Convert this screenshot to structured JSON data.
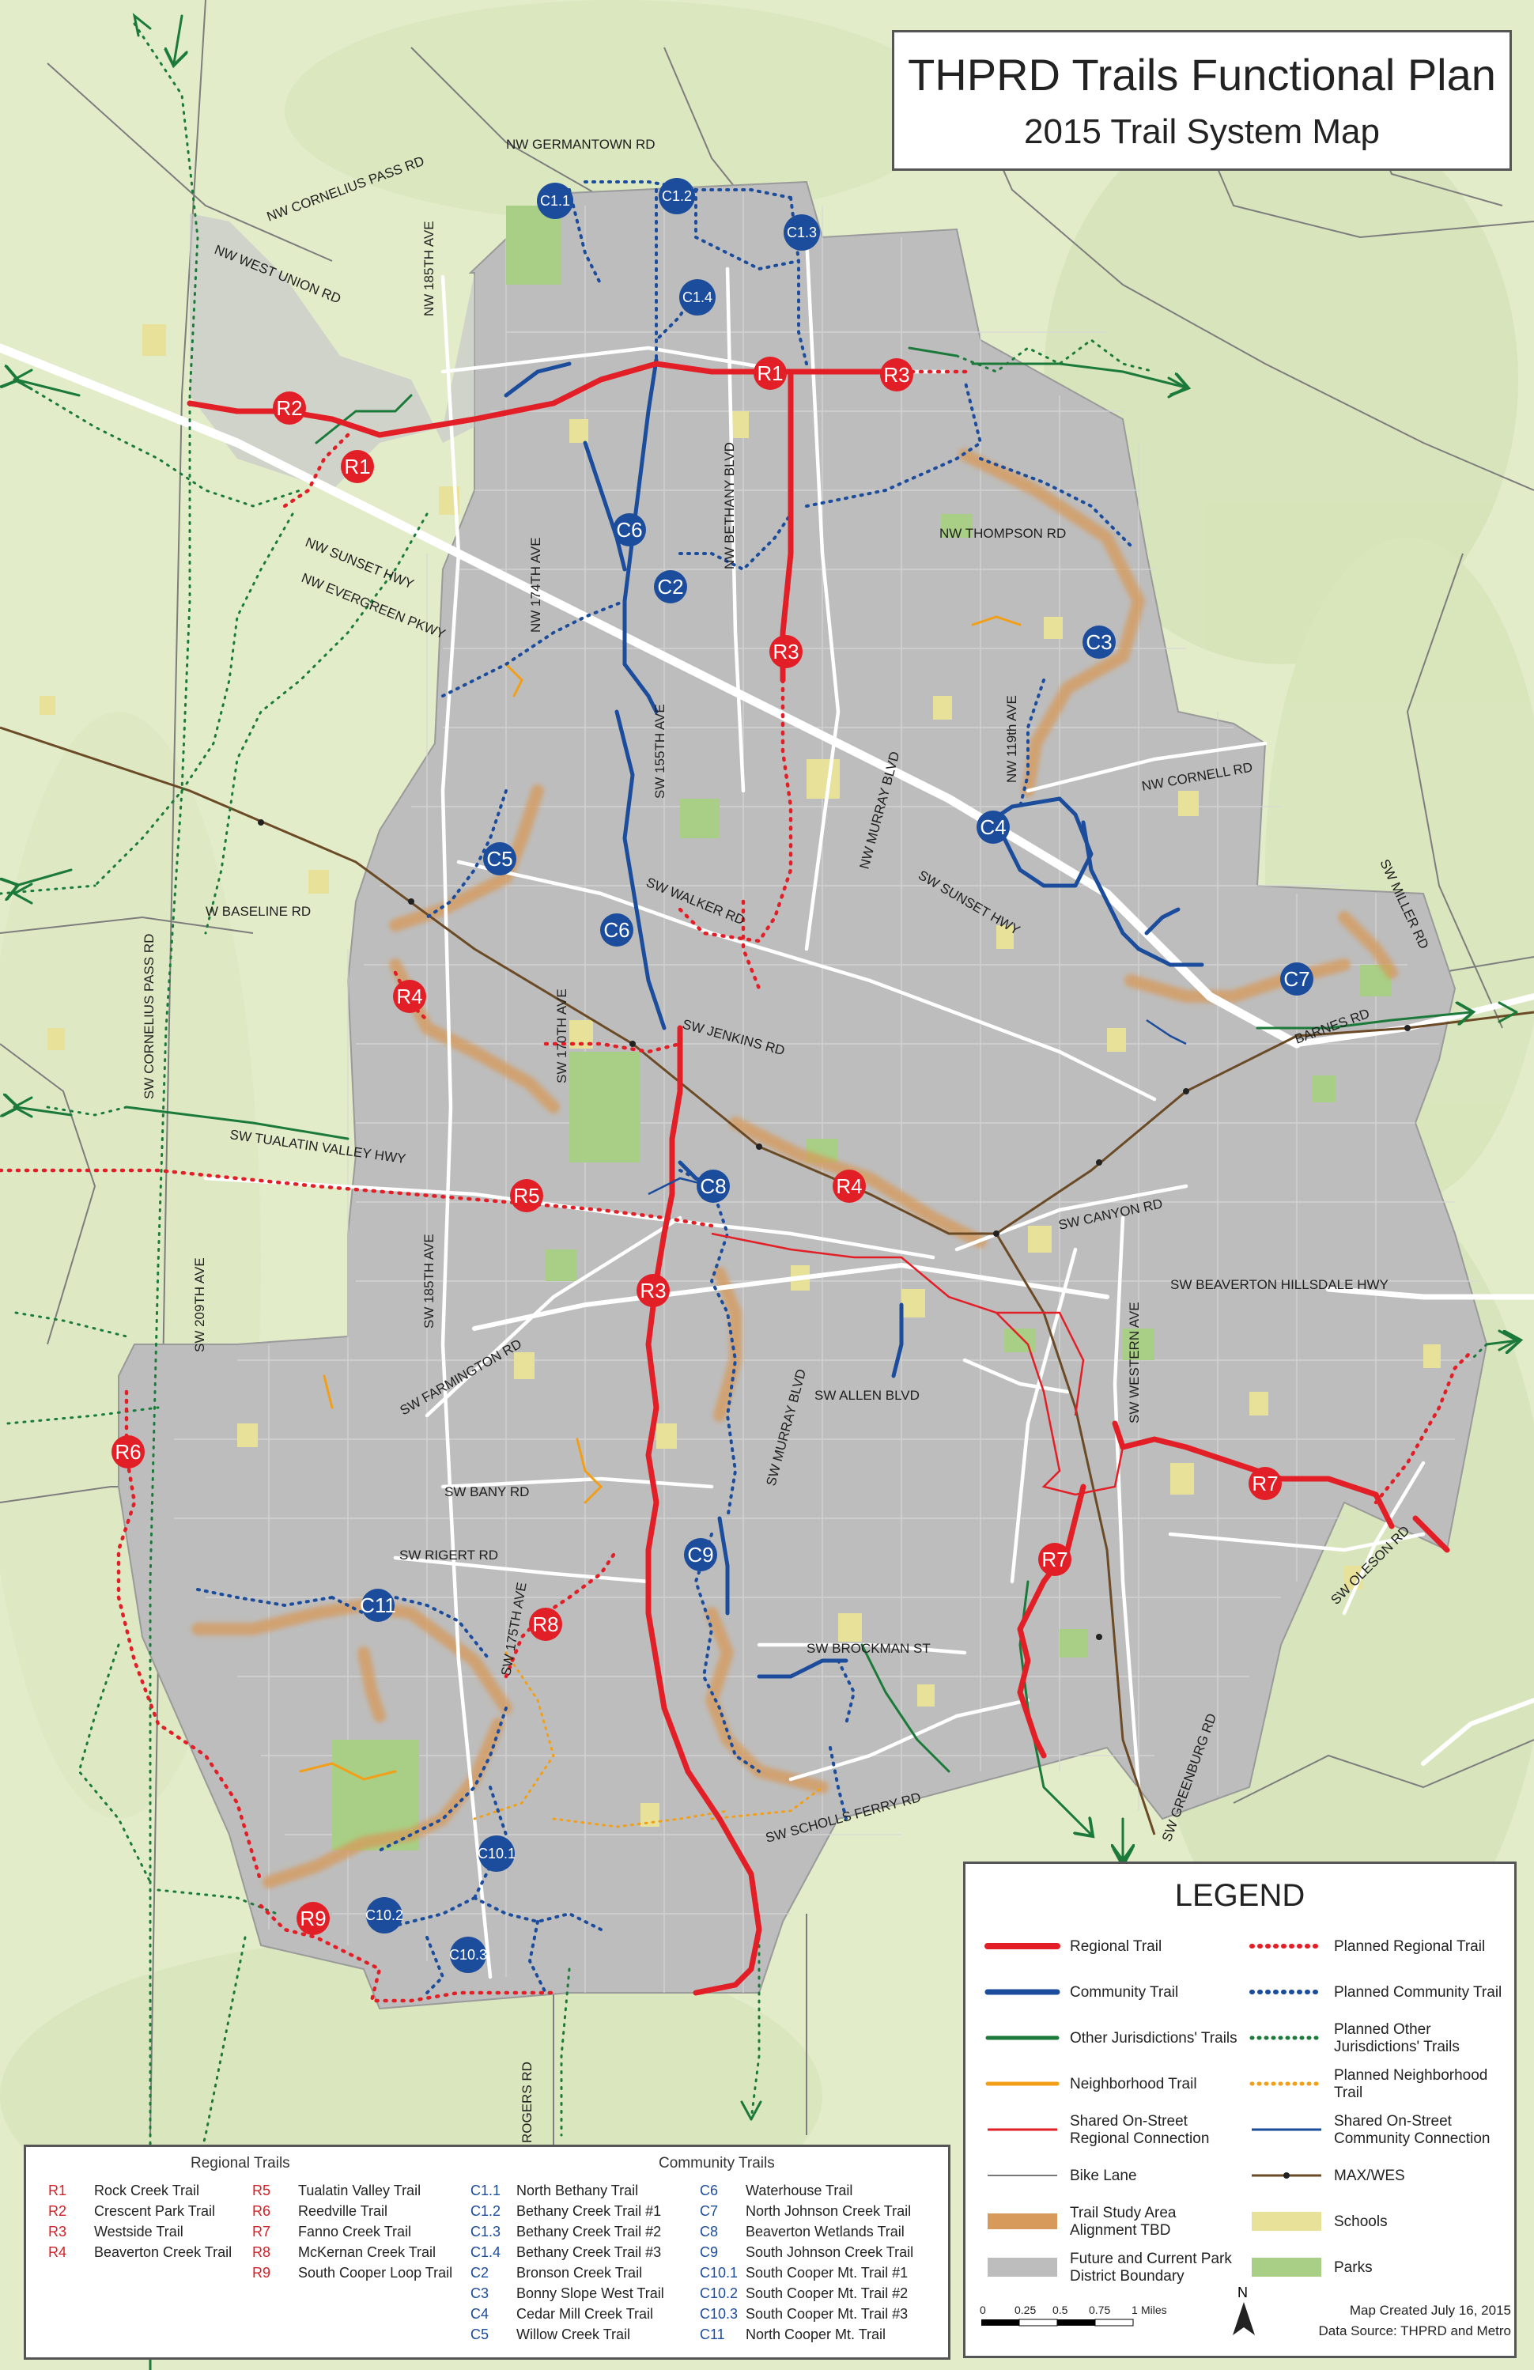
{
  "title": {
    "line1": "THPRD Trails Functional Plan",
    "line2": "2015 Trail System Map"
  },
  "colors": {
    "regional": "#e21f26",
    "community": "#1c4c9c",
    "other": "#1b7a3a",
    "neighborhood": "#f29f17",
    "study_area": "#d79a5a",
    "boundary": "#a9a9a9",
    "max_wes": "#6b4a26",
    "schools": "#e8e19a",
    "parks": "#a8cf85",
    "background": "#e2ecc9"
  },
  "roads": {
    "r1": "NW GERMANTOWN RD",
    "r2": "NW CORNELIUS PASS RD",
    "r3": "NW WEST UNION RD",
    "r4": "NW 185TH AVE",
    "r5": "NW SUNSET HWY",
    "r6": "NW EVERGREEN PKWY",
    "r7": "NW 174TH AVE",
    "r8": "NW BETHANY BLVD",
    "r9": "NW THOMPSON RD",
    "r10": "NW 119th AVE",
    "r11": "NW CORNELL RD",
    "r12": "NW MURRAY BLVD",
    "r13": "SW WALKER RD",
    "r14": "SW SUNSET HWY",
    "r15": "SW MILLER RD",
    "r16": "BARNES RD",
    "r17": "W BASELINE RD",
    "r18": "SW 170TH AVE",
    "r19": "SW JENKINS RD",
    "r20": "SW CORNELIUS PASS RD",
    "r21": "SW TUALATIN VALLEY HWY",
    "r22": "SW 185TH AVE",
    "r23": "SW 209TH AVE",
    "r24": "SW CANYON RD",
    "r25": "SW BEAVERTON HILLSDALE HWY",
    "r26": "SW FARMINGTON RD",
    "r27": "SW MURRAY BLVD",
    "r28": "SW ALLEN BLVD",
    "r29": "SW WESTERN AVE",
    "r30": "SW BANY RD",
    "r31": "SW RIGERT RD",
    "r32": "SW 175TH AVE",
    "r33": "SW BROCKMAN ST",
    "r34": "SW OLESON RD",
    "r35": "SW SCHOLLS FERRY RD",
    "r36": "SW GREENBURG RD",
    "r37": "ROGERS RD",
    "r38": "SW 155TH AVE"
  },
  "markers": {
    "R1": "R1",
    "R2": "R2",
    "R3": "R3",
    "R4": "R4",
    "R5": "R5",
    "R6": "R6",
    "R7": "R7",
    "R8": "R8",
    "R9": "R9",
    "C1_1": "C1.1",
    "C1_2": "C1.2",
    "C1_3": "C1.3",
    "C1_4": "C1.4",
    "C2": "C2",
    "C3": "C3",
    "C4": "C4",
    "C5": "C5",
    "C6": "C6",
    "C7": "C7",
    "C8": "C8",
    "C9": "C9",
    "C10_1": "C10.1",
    "C10_2": "C10.2",
    "C10_3": "C10.3",
    "C11": "C11"
  },
  "legend": {
    "title": "LEGEND",
    "items": {
      "regional": "Regional Trail",
      "planned_regional": "Planned Regional Trail",
      "community": "Community Trail",
      "planned_community": "Planned Community Trail",
      "other": "Other Jurisdictions' Trails",
      "planned_other": "Planned Other Jurisdictions' Trails",
      "neighborhood": "Neighborhood Trail",
      "planned_neighborhood": "Planned Neighborhood Trail",
      "shared_regional": "Shared On-Street Regional Connection",
      "shared_community": "Shared On-Street Community Connection",
      "bike_lane": "Bike Lane",
      "max_wes": "MAX/WES",
      "study_area": "Trail Study Area Alignment TBD",
      "schools": "Schools",
      "boundary": "Future and Current Park District Boundary",
      "parks": "Parks"
    },
    "scale": {
      "s0": "0",
      "s1": "0.25",
      "s2": "0.5",
      "s3": "0.75",
      "s4": "1",
      "unit": "Miles"
    },
    "north": "N",
    "created": "Map Created July 16, 2015",
    "source": "Data Source: THPRD and Metro"
  },
  "trail_index": {
    "regional_heading": "Regional Trails",
    "community_heading": "Community Trails",
    "regional_col1": [
      {
        "code": "R1",
        "name": "Rock Creek Trail"
      },
      {
        "code": "R2",
        "name": "Crescent Park Trail"
      },
      {
        "code": "R3",
        "name": "Westside Trail"
      },
      {
        "code": "R4",
        "name": "Beaverton Creek Trail"
      }
    ],
    "regional_col2": [
      {
        "code": "R5",
        "name": "Tualatin Valley Trail"
      },
      {
        "code": "R6",
        "name": "Reedville Trail"
      },
      {
        "code": "R7",
        "name": "Fanno Creek Trail"
      },
      {
        "code": "R8",
        "name": "McKernan Creek Trail"
      },
      {
        "code": "R9",
        "name": "South Cooper Loop Trail"
      }
    ],
    "community_col1": [
      {
        "code": "C1.1",
        "name": "North Bethany Trail"
      },
      {
        "code": "C1.2",
        "name": "Bethany Creek Trail #1"
      },
      {
        "code": "C1.3",
        "name": "Bethany Creek Trail #2"
      },
      {
        "code": "C1.4",
        "name": "Bethany Creek Trail #3"
      },
      {
        "code": "C2",
        "name": "Bronson Creek Trail"
      },
      {
        "code": "C3",
        "name": "Bonny Slope West Trail"
      },
      {
        "code": "C4",
        "name": "Cedar Mill Creek Trail"
      },
      {
        "code": "C5",
        "name": "Willow Creek Trail"
      }
    ],
    "community_col2": [
      {
        "code": "C6",
        "name": "Waterhouse Trail"
      },
      {
        "code": "C7",
        "name": "North Johnson Creek Trail"
      },
      {
        "code": "C8",
        "name": "Beaverton Wetlands Trail"
      },
      {
        "code": "C9",
        "name": "South Johnson Creek Trail"
      },
      {
        "code": "C10.1",
        "name": "South Cooper Mt. Trail #1"
      },
      {
        "code": "C10.2",
        "name": "South Cooper Mt. Trail #2"
      },
      {
        "code": "C10.3",
        "name": "South Cooper Mt. Trail #3"
      },
      {
        "code": "C11",
        "name": "North Cooper Mt. Trail"
      }
    ]
  }
}
